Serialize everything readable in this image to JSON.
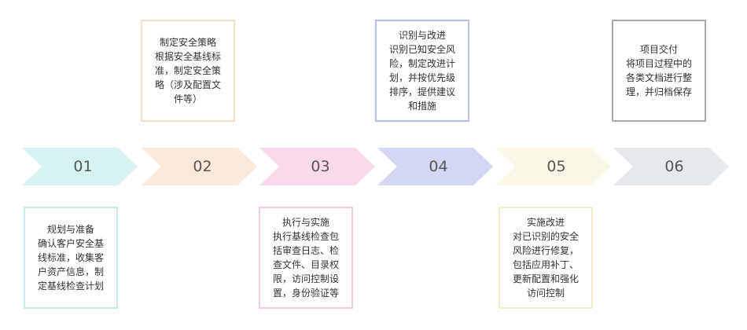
{
  "steps": [
    {
      "num": "01",
      "fill": "#d7f3f1",
      "border": "#c6ecea",
      "lines": [
        "规划与准备",
        "确认客户安全基",
        "线标准，收集客",
        "户资产信息，制",
        "定基线检查计划"
      ]
    },
    {
      "num": "02",
      "fill": "#fbe8d8",
      "border": "#f8dfc8",
      "lines": [
        "制定安全策略",
        "根据安全基线标",
        "准，制定安全策",
        "略（涉及配置文",
        "件等）"
      ]
    },
    {
      "num": "03",
      "fill": "#f9d9ea",
      "border": "#f5cbe2",
      "lines": [
        "执行与实施",
        "执行基线检查包",
        "括审查日志、检",
        "查文件、目录权",
        "限，访问控制设",
        "置，身份验证等"
      ]
    },
    {
      "num": "04",
      "fill": "#d3d6f5",
      "border": "#b9bdf0",
      "lines": [
        "识别与改进",
        "识别已知安全风",
        "险，制定改进计",
        "划，并按优先级",
        "排序，提供建议",
        "和措施"
      ]
    },
    {
      "num": "05",
      "fill": "#fbf7e7",
      "border": "#f5ecc8",
      "lines": [
        "实施改进",
        "对已识别的安全",
        "风险进行修复，",
        "包括应用补丁、",
        "更新配置和强化",
        "访问控制"
      ]
    },
    {
      "num": "06",
      "fill": "#e6e9ec",
      "border": "#a9a9a9",
      "lines": [
        "项目交付",
        "将项目过程中的",
        "各类文档进行整",
        "理，并归档保存"
      ]
    }
  ]
}
